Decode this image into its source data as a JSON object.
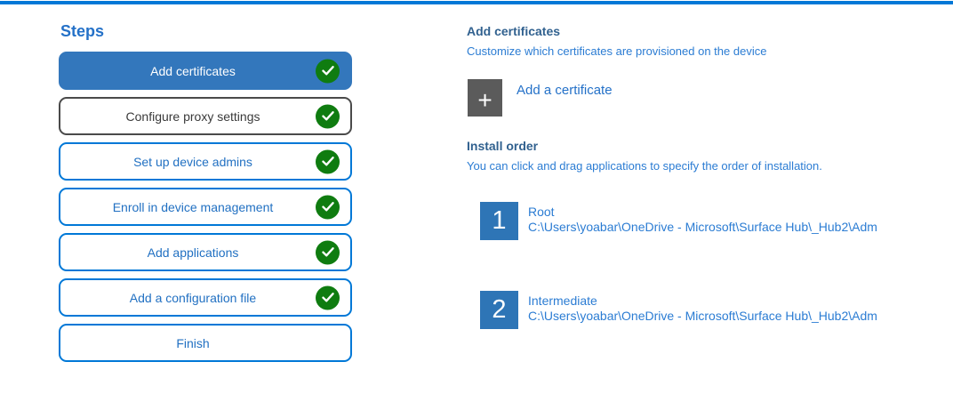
{
  "colors": {
    "accent_bar": "#0078d7",
    "step_border_blue": "#0078d7",
    "step_selected_fill": "#3377bc",
    "step_visited_border": "#4a4a4a",
    "step_text_blue": "#2170c2",
    "check_green": "#0f7c10",
    "heading_dark_blue": "#31618f",
    "body_text_blue": "#2b7cd3",
    "plus_button_gray": "#5b5b5b",
    "number_badge_blue": "#2e75b6"
  },
  "steps_panel": {
    "title": "Steps",
    "items": [
      {
        "label": "Add certificates",
        "state": "selected",
        "completed": true
      },
      {
        "label": "Configure proxy settings",
        "state": "visited",
        "completed": true
      },
      {
        "label": "Set up device admins",
        "state": "default",
        "completed": true
      },
      {
        "label": "Enroll in device management",
        "state": "default",
        "completed": true
      },
      {
        "label": "Add applications",
        "state": "default",
        "completed": true
      },
      {
        "label": "Add a configuration file",
        "state": "default",
        "completed": true
      },
      {
        "label": "Finish",
        "state": "default",
        "completed": false
      }
    ]
  },
  "content": {
    "title": "Add certificates",
    "subtitle": "Customize which certificates are provisioned on the device",
    "add_certificate": {
      "icon": "plus-icon",
      "icon_glyph": "+",
      "label": "Add a certificate"
    },
    "install_order": {
      "title": "Install order",
      "description": "You can click and drag applications to specify the order of installation.",
      "items": [
        {
          "number": "1",
          "name": "Root",
          "path": "C:\\Users\\yoabar\\OneDrive - Microsoft\\Surface Hub\\_Hub2\\Adm"
        },
        {
          "number": "2",
          "name": "Intermediate",
          "path": "C:\\Users\\yoabar\\OneDrive - Microsoft\\Surface Hub\\_Hub2\\Adm"
        }
      ]
    }
  }
}
